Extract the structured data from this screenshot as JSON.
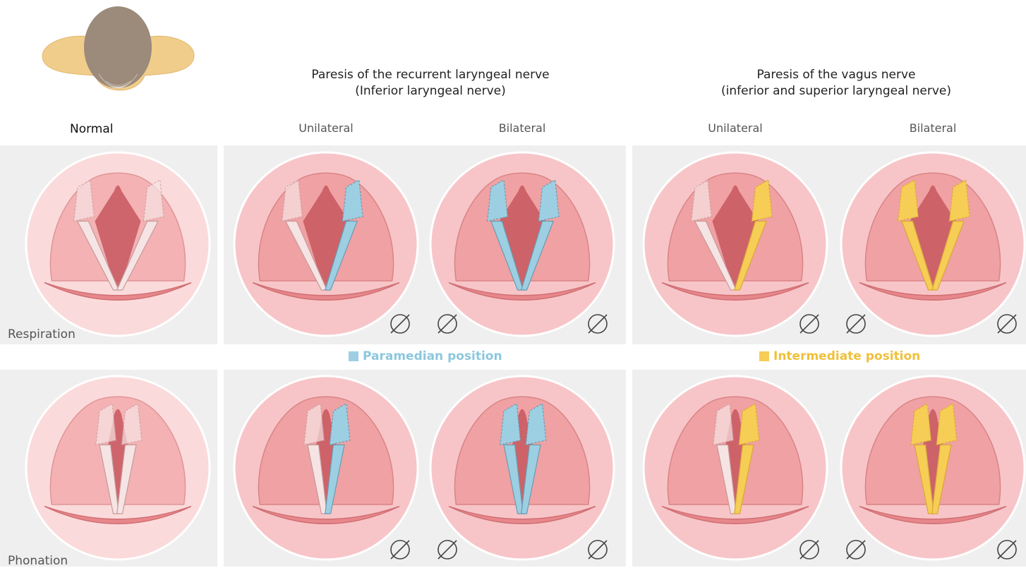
{
  "headers": {
    "normal": "Normal",
    "recurrent": {
      "title": "Paresis of the recurrent laryngeal nerve",
      "subtitle": "(Inferior laryngeal nerve)",
      "unilateral": "Unilateral",
      "bilateral": "Bilateral"
    },
    "vagus": {
      "title": "Paresis of the vagus nerve",
      "subtitle": "(inferior and superior laryngeal nerve)",
      "unilateral": "Unilateral",
      "bilateral": "Bilateral"
    }
  },
  "rows": {
    "respiration": "Respiration",
    "phonation": "Phonation"
  },
  "legend": {
    "paramedian": "Paramedian position",
    "intermediate": "Intermediate position"
  },
  "colors": {
    "paramedian": "#9dcfe3",
    "intermediate": "#f6cd55",
    "tissue": "#f0a1a3",
    "background_panel": "#efefef",
    "circle": "#f7c5c8"
  },
  "icons": [
    "head-top-view-icon",
    "null-symbol-icon"
  ]
}
